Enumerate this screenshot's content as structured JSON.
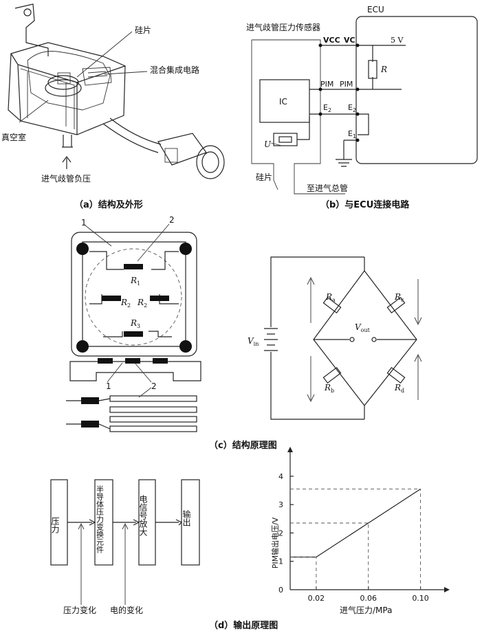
{
  "panel_a": {
    "label_silicon": "硅片",
    "label_hybrid": "混合集成电路",
    "label_vacuum": "真空室",
    "label_intake": "进气歧管负压",
    "caption": "（a）结构及外形"
  },
  "panel_b": {
    "label_ecu": "ECU",
    "label_sensor": "进气歧管压力传感器",
    "label_vcc": "VCC",
    "label_vc": "VC",
    "label_5v": "5 V",
    "label_r": "R",
    "label_pim_left": "PIM",
    "label_pim_right": "PIM",
    "label_ic": "IC",
    "label_e2_left": "E",
    "label_e2_left_sub": "2",
    "label_e2_right": "E",
    "label_e2_right_sub": "2",
    "label_e1": "E",
    "label_e1_sub": "1",
    "label_u": "U",
    "label_silicon": "硅片",
    "label_to_manifold": "至进气总管",
    "caption": "（b）与ECU连接电路"
  },
  "panel_c": {
    "num_1_top": "1",
    "num_2_top": "2",
    "r1": "R",
    "r1_sub": "1",
    "r2_left": "R",
    "r2_left_sub": "2",
    "r2_right": "R",
    "r2_right_sub": "2",
    "r3": "R",
    "r3_sub": "3",
    "num_1_bottom": "1",
    "num_2_bottom": "2",
    "ra": "R",
    "ra_sub": "a",
    "rb": "R",
    "rb_sub": "b",
    "rc": "R",
    "rc_sub": "c",
    "rd": "R",
    "rd_sub": "d",
    "vin": "V",
    "vin_sub": "in",
    "vout": "V",
    "vout_sub": "out",
    "caption": "（c）结构原理图"
  },
  "panel_d": {
    "boxes": [
      "压力",
      "半导体压力变换元件",
      "电信号放大",
      "输出"
    ],
    "label_pressure_change": "压力变化",
    "label_electric_change": "电的变化",
    "caption": "（d）输出原理图"
  },
  "chart_data": {
    "type": "line",
    "xlabel": "进气压力/MPa",
    "ylabel": "PIM输出电压/V",
    "x_ticks": [
      "0.02",
      "0.06",
      "0.10"
    ],
    "y_ticks": [
      "0",
      "1",
      "2",
      "3",
      "4"
    ],
    "xlim": [
      0,
      0.115
    ],
    "ylim": [
      0,
      4.7
    ],
    "series": [
      {
        "x": [
          0.02,
          0.06,
          0.1
        ],
        "y": [
          1.15,
          2.35,
          3.55
        ]
      }
    ],
    "grid": false
  }
}
